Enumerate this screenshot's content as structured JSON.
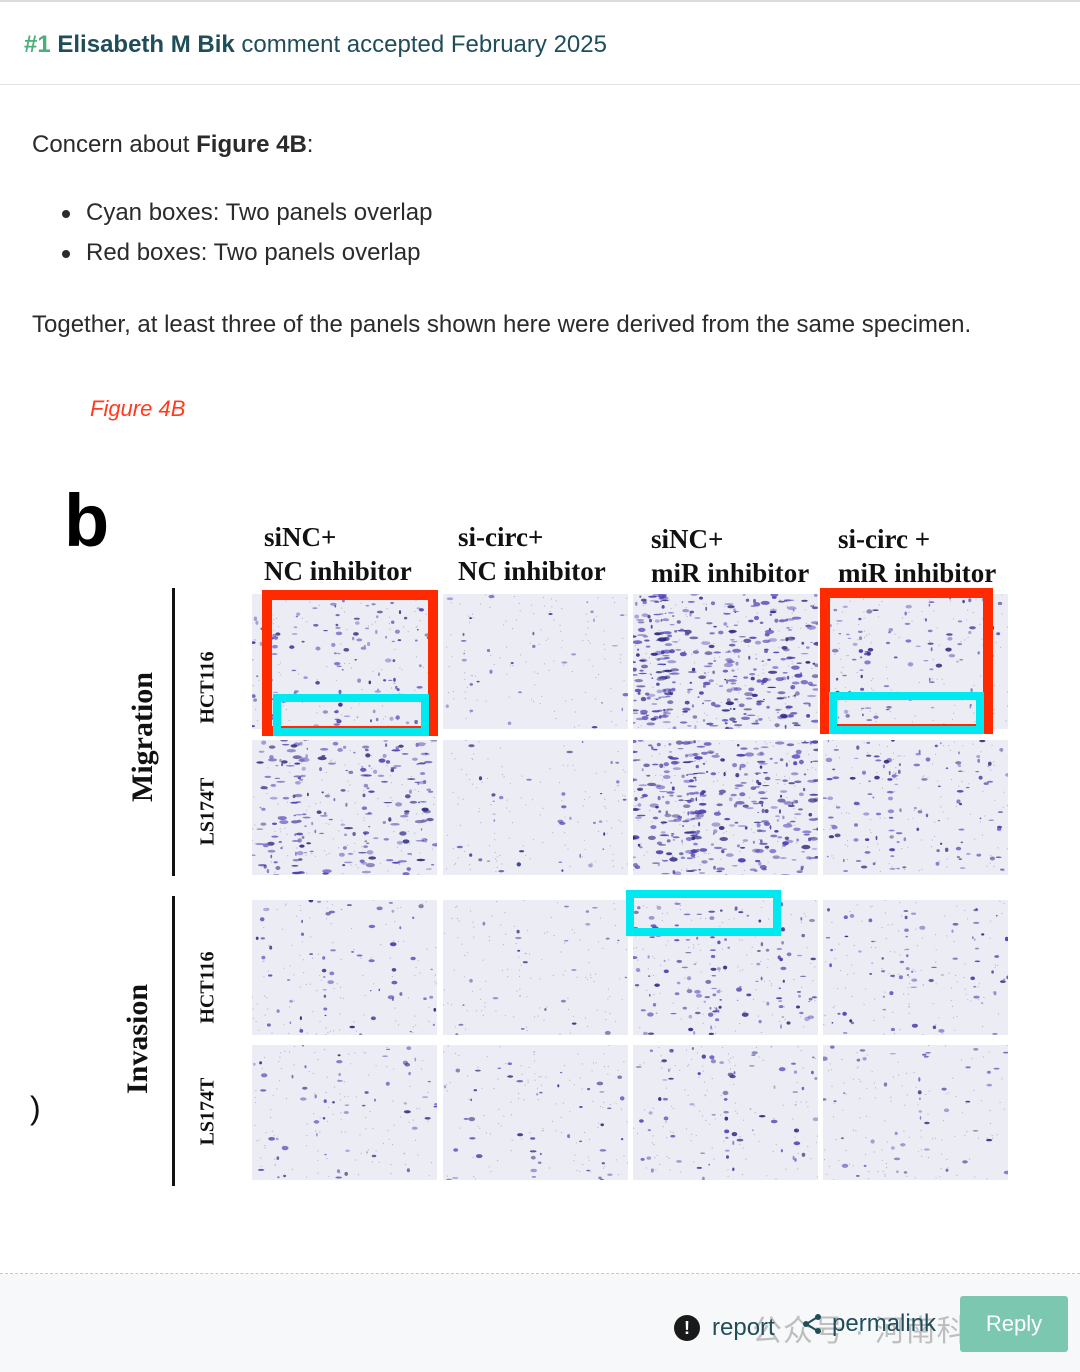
{
  "header": {
    "number": "#1",
    "author": "Elisabeth M Bik",
    "status": "comment accepted February 2025"
  },
  "content": {
    "intro_prefix": "Concern about ",
    "intro_bold": "Figure 4B",
    "intro_suffix": ":",
    "bullets": [
      "Cyan boxes: Two panels overlap",
      "Red boxes: Two panels overlap"
    ],
    "conclusion": "Together, at least three of the panels shown here were derived from the same specimen."
  },
  "figure": {
    "caption": "Figure 4B",
    "panel_letter": "b",
    "columns": [
      {
        "line1": "siNC+",
        "line2": "NC inhibitor"
      },
      {
        "line1": "si-circ+",
        "line2": "NC inhibitor"
      },
      {
        "line1": "siNC+",
        "line2": "miR inhibitor"
      },
      {
        "line1": "si-circ +",
        "line2": "miR inhibitor"
      }
    ],
    "groups": [
      "Migration",
      "Invasion"
    ],
    "rows": [
      "HCT116",
      "LS174T",
      "HCT116",
      "LS174T"
    ],
    "stray_mark": ")",
    "colors": {
      "red_box": "#ff2a00",
      "cyan_box": "#00e8f0",
      "stain": "#4b3bb0"
    }
  },
  "footer": {
    "report_label": "report",
    "permalink_label": "permalink",
    "reply_label": "Reply",
    "watermark": "公众号 · 河南科研"
  }
}
